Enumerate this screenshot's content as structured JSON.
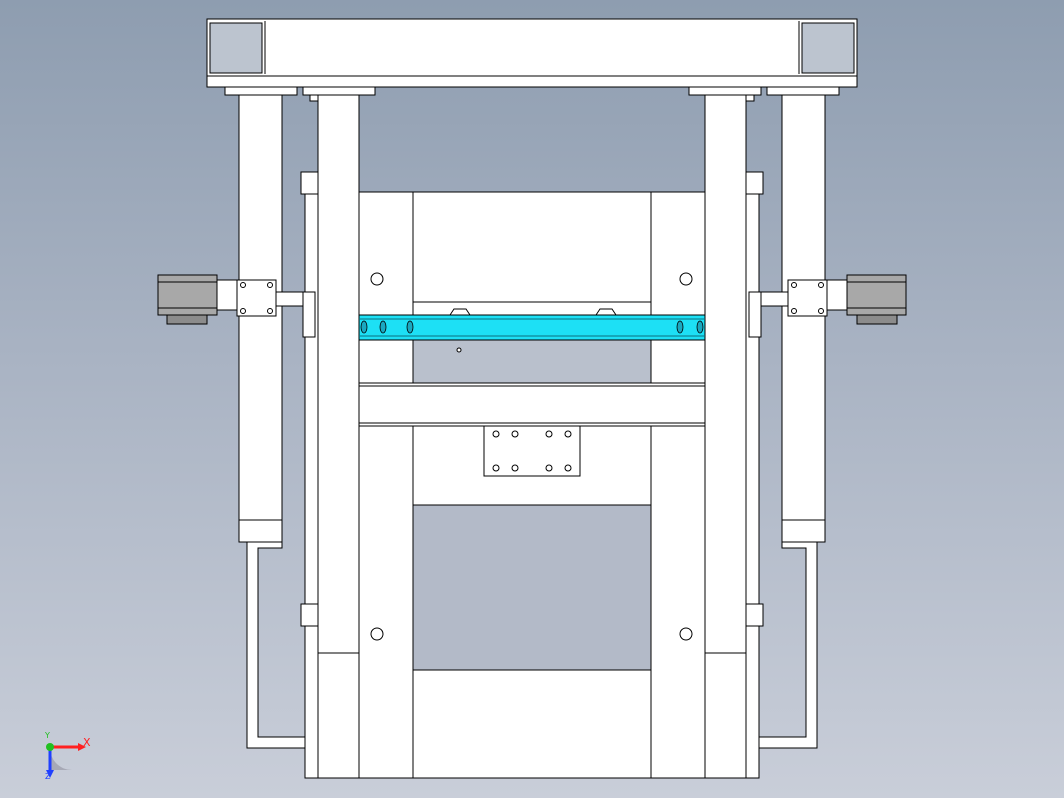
{
  "viewport": {
    "background_top": "#8e9db0",
    "background_bottom": "#c9ced9"
  },
  "model": {
    "part_fill": "#ffffff",
    "edge_color": "#000000",
    "highlight_part": "slide-rail",
    "highlight_color": "#1de0f5",
    "motor_color": "#a8a8a8"
  },
  "triad": {
    "x_label": "X",
    "y_label": "Y",
    "z_label": "Z",
    "x_color": "#ff2020",
    "y_color": "#20c020",
    "z_color": "#2040ff"
  }
}
